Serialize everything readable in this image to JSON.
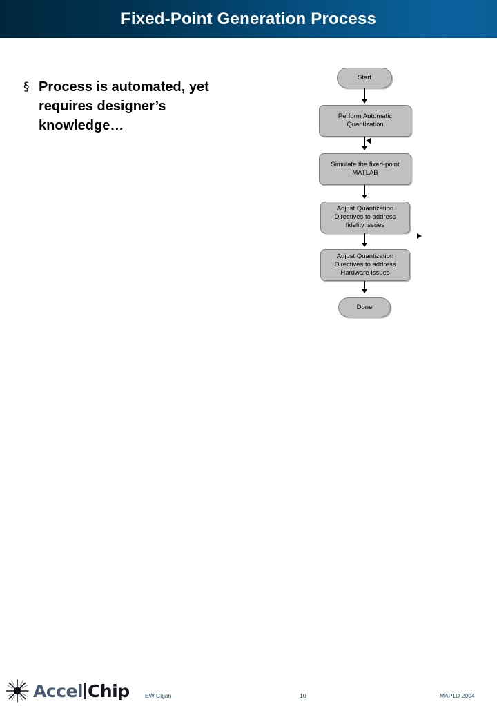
{
  "slide": {
    "title": "Fixed-Point Generation Process",
    "title_bg_left": "#00263d",
    "title_bg_right": "#0a619b",
    "title_color": "#ffffff",
    "background": "#ffffff"
  },
  "body": {
    "bullets": [
      {
        "marker": "§",
        "text": "Process is automated, yet\nrequires designer’s\nknowledge…"
      }
    ]
  },
  "flowchart": {
    "node_fill": "#c0c0c0",
    "node_border": "#808080",
    "nodes": [
      {
        "id": "start",
        "shape": "pill",
        "label": "Start"
      },
      {
        "id": "quantize",
        "shape": "rect",
        "label": "Perform Automatic\nQuantization"
      },
      {
        "id": "simulate",
        "shape": "rect",
        "label": "Simulate the fixed-point\nMATLAB"
      },
      {
        "id": "fidelity",
        "shape": "rect",
        "label": "Adjust Quantization\nDirectives to address\nfidelity issues"
      },
      {
        "id": "hardware",
        "shape": "rect",
        "label": "Adjust Quantization\nDirectives to address\nHardware Issues"
      },
      {
        "id": "done",
        "shape": "pill",
        "label": "Done"
      }
    ],
    "connectors": [
      {
        "from": "start",
        "to": "quantize",
        "direction": "down"
      },
      {
        "from": "quantize",
        "to": "simulate",
        "direction": "down"
      },
      {
        "from": "simulate",
        "to": "fidelity",
        "direction": "down"
      },
      {
        "from": "fidelity",
        "to": "hardware",
        "direction": "down"
      },
      {
        "from": "hardware",
        "to": "done",
        "direction": "down"
      }
    ],
    "loose_markers": [
      {
        "id": "feedback-left-marker",
        "direction": "left"
      },
      {
        "id": "feedback-right-marker",
        "direction": "right"
      }
    ]
  },
  "footer": {
    "logo": {
      "word_first": "Accel",
      "word_second": "Chip",
      "mark": "starburst-icon"
    },
    "author": "EW Cigan",
    "page_number": "10",
    "event": "MAPLD 2004",
    "text_color": "#1f4e63"
  }
}
